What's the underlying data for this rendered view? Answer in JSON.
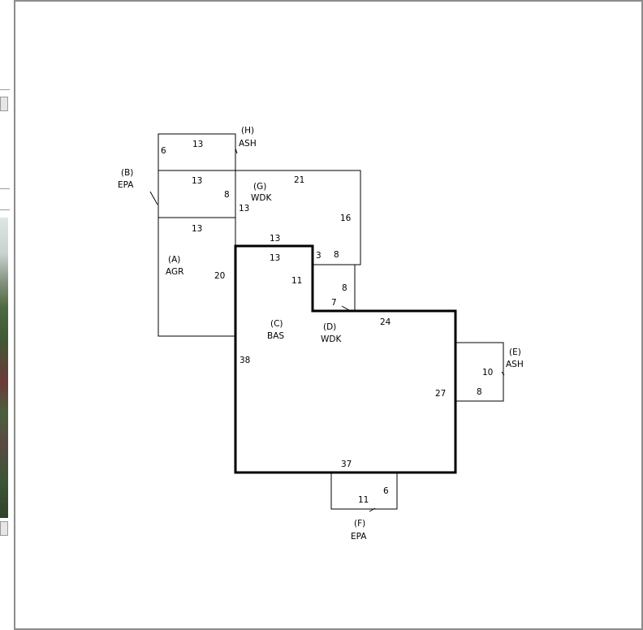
{
  "sketch": {
    "segments": {
      "h_top": "13",
      "h_left": "6",
      "g_top_left": "13",
      "g_right_of": "8",
      "g_top": "21",
      "g_left_low": "13",
      "g_right": "16",
      "a_top": "13",
      "a_right": "20",
      "bas_top_outer": "13",
      "bas_top_inner": "13",
      "bas_notch": "11",
      "d_top_left": "3",
      "d_top_right": "8",
      "d_right": "8",
      "d_bottom": "7",
      "bas_right_top": "24",
      "bas_left": "38",
      "bas_right": "27",
      "bas_bottom": "37",
      "e_right": "10",
      "e_bottom": "8",
      "f_bottom": "11",
      "f_right": "6"
    },
    "areas": {
      "a": {
        "code": "(A)",
        "type": "AGR"
      },
      "b": {
        "code": "(B)",
        "type": "EPA"
      },
      "c": {
        "code": "(C)",
        "type": "BAS"
      },
      "d": {
        "code": "(D)",
        "type": "WDK"
      },
      "e": {
        "code": "(E)",
        "type": "ASH"
      },
      "f": {
        "code": "(F)",
        "type": "EPA"
      },
      "g": {
        "code": "(G)",
        "type": "WDK"
      },
      "h": {
        "code": "(H)",
        "type": "ASH"
      }
    }
  }
}
